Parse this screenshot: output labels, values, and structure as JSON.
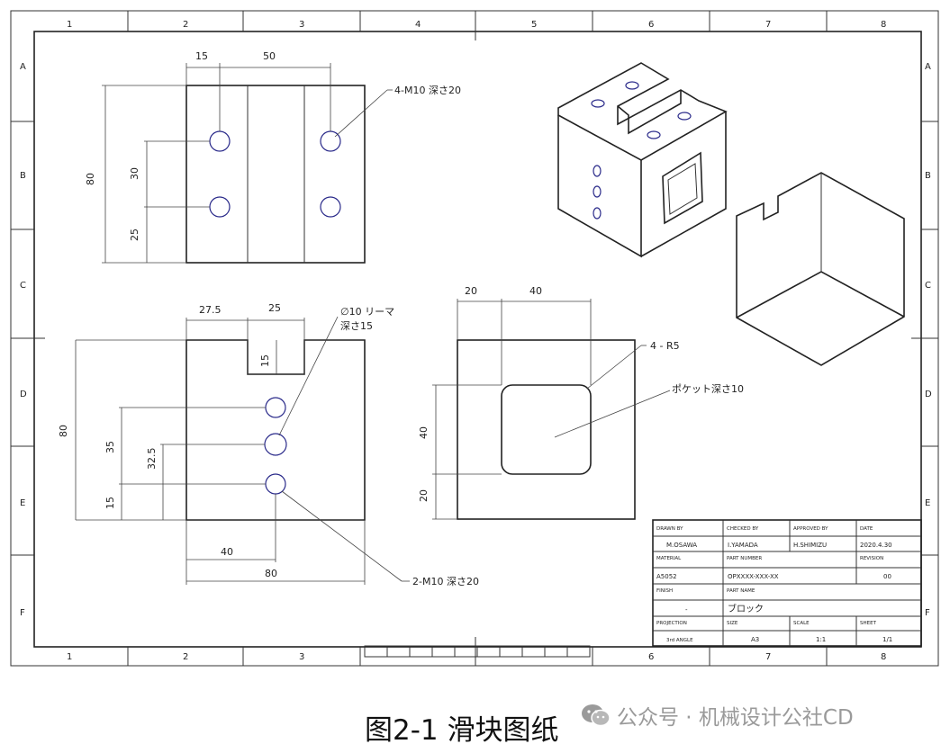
{
  "grid": {
    "columns": [
      "1",
      "2",
      "3",
      "4",
      "5",
      "6",
      "7",
      "8"
    ],
    "rows": [
      "A",
      "B",
      "C",
      "D",
      "E",
      "F"
    ]
  },
  "top_view": {
    "dims": [
      "15",
      "50",
      "80",
      "30",
      "25"
    ],
    "note": "4-M10 深さ20"
  },
  "front_view": {
    "dims": [
      "27.5",
      "25",
      "15",
      "80",
      "35",
      "32.5",
      "15",
      "40",
      "80"
    ],
    "note_bore_line1": "∅10 リーマ",
    "note_bore_line2": "深さ15",
    "note_tap": "2-M10 深さ20"
  },
  "side_view": {
    "dims": [
      "20",
      "40",
      "40",
      "20"
    ],
    "note_radius": "4 - R5",
    "note_pocket": "ポケット深さ10"
  },
  "title_block": {
    "drawn_by_label": "DRAWN BY",
    "drawn_by": "M.OSAWA",
    "checked_by_label": "CHECKED BY",
    "checked_by": "I.YAMADA",
    "approved_by_label": "APPROVED BY",
    "approved_by": "H.SHIMIZU",
    "date_label": "DATE",
    "date": "2020.4.30",
    "material_label": "MATERIAL",
    "material": "A5052",
    "part_number_label": "PART NUMBER",
    "part_number": "OPXXXX-XXX-XX",
    "revision_label": "REVISION",
    "revision": "00",
    "finish_label": "FINISH",
    "finish": "-",
    "part_name_label": "PART NAME",
    "part_name": "ブロック",
    "projection_label": "PROJECTION",
    "projection": "3rd ANGLE",
    "size_label": "SIZE",
    "size": "A3",
    "scale_label": "SCALE",
    "scale": "1:1",
    "sheet_label": "SHEET",
    "sheet": "1/1"
  },
  "caption": "图2-1 滑块图纸",
  "watermark": "公众号 · 机械设计公社CD"
}
